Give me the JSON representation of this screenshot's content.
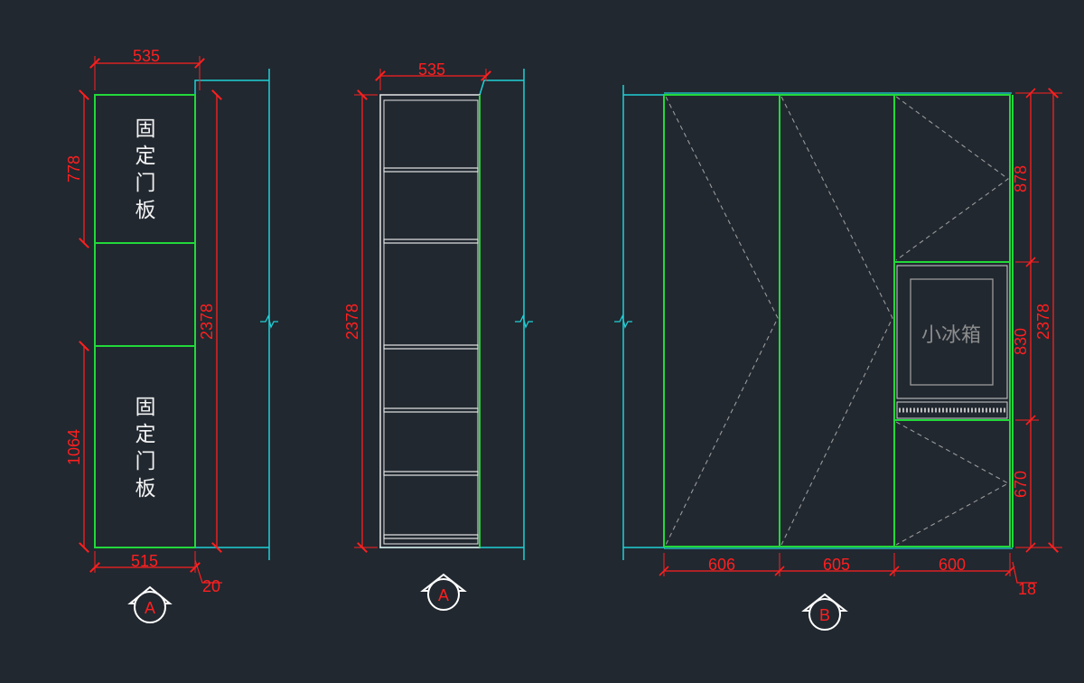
{
  "colors": {
    "background": "#212830",
    "panel_outline": "#22d83a",
    "wall_outline": "#1fd0d6",
    "dimension": "#ff1f1f",
    "shelf": "#e6e6e6",
    "dashed": "#9a9a9a",
    "mark": "#ffffff"
  },
  "view_a_front": {
    "dim_top_width": "535",
    "dim_bottom_width": "515",
    "dim_offset": "20",
    "dim_upper_height": "778",
    "dim_lower_height": "1064",
    "dim_total_height": "2378",
    "upper_panel_label": "固定门板",
    "lower_panel_label": "固定门板",
    "section_mark": "A"
  },
  "view_a_side": {
    "dim_top_width": "535",
    "dim_total_height": "2378",
    "section_mark": "A"
  },
  "view_b": {
    "dim_widths": [
      "606",
      "605",
      "600"
    ],
    "dim_offset": "18",
    "dim_heights": [
      "878",
      "830",
      "670"
    ],
    "dim_total_height": "2378",
    "fridge_label": "小冰箱",
    "section_mark": "B"
  }
}
